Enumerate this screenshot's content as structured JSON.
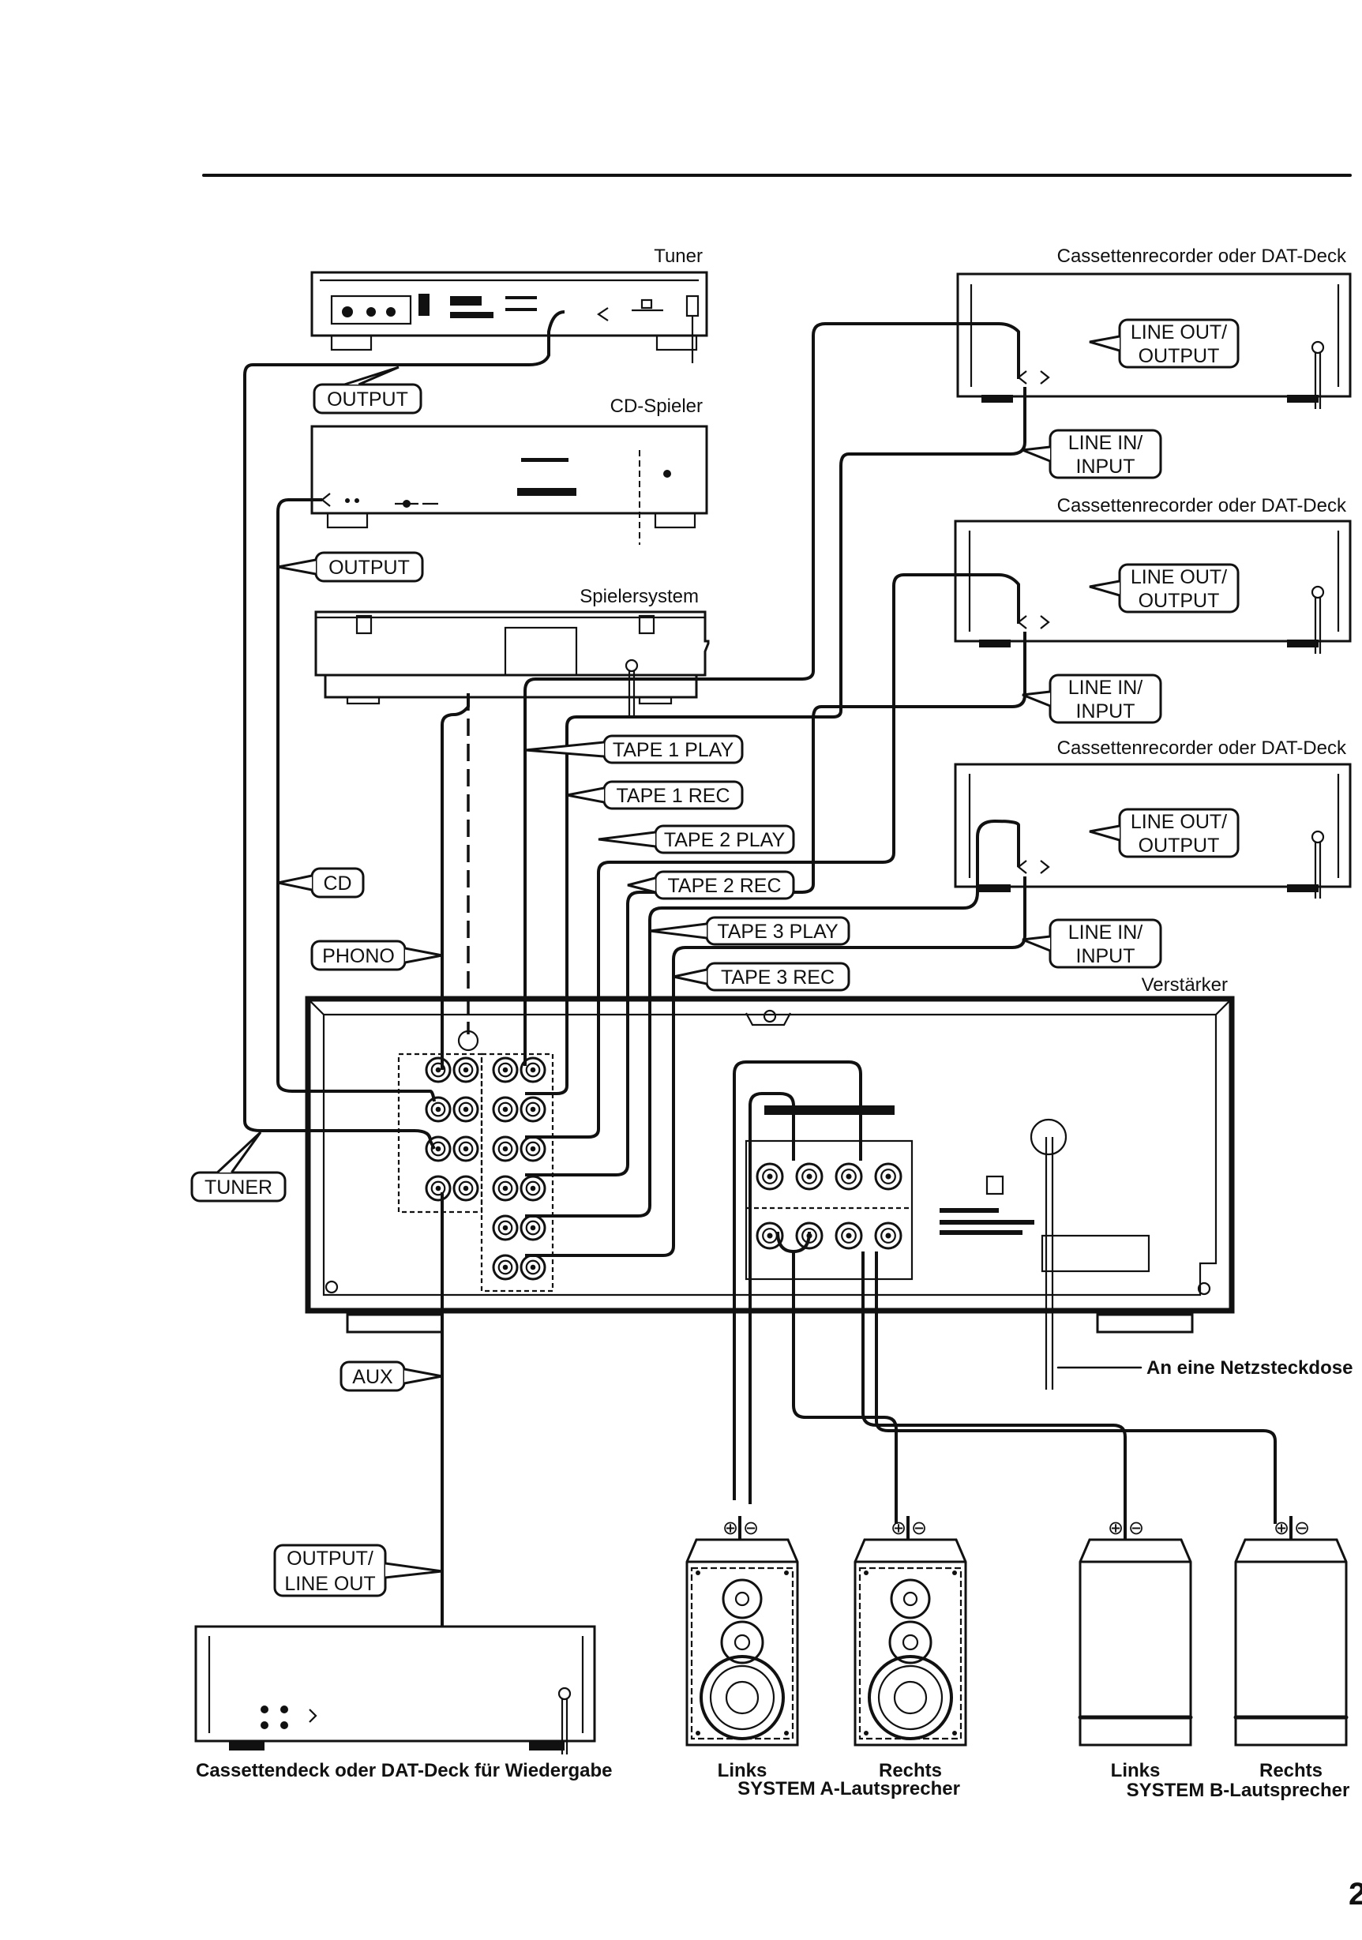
{
  "page": {
    "page_number_partial": "2"
  },
  "devices": {
    "tuner": "Tuner",
    "cd_player": "CD-Spieler",
    "turntable": "Spielersystem",
    "tape_deck_1": "Cassettenrecorder oder DAT-Deck",
    "tape_deck_2": "Cassettenrecorder oder DAT-Deck",
    "tape_deck_3": "Cassettenrecorder oder DAT-Deck",
    "amplifier": "Verstärker",
    "playback_deck": "Cassettendeck oder DAT-Deck für Wiedergabe",
    "power_outlet": "An eine Netzsteckdose"
  },
  "callouts": {
    "tuner_output": "OUTPUT",
    "cd_output": "OUTPUT",
    "cd": "CD",
    "phono": "PHONO",
    "tuner": "TUNER",
    "aux": "AUX",
    "playback_output": [
      "OUTPUT/",
      "LINE OUT"
    ],
    "tape1_play": "TAPE 1 PLAY",
    "tape1_rec": "TAPE 1 REC",
    "tape2_play": "TAPE 2 PLAY",
    "tape2_rec": "TAPE 2 REC",
    "tape3_play": "TAPE 3 PLAY",
    "tape3_rec": "TAPE 3 REC",
    "deck_line_out": [
      "LINE OUT/",
      "OUTPUT"
    ],
    "deck_line_in": [
      "LINE IN/",
      "INPUT"
    ]
  },
  "speakers": {
    "system_a": {
      "title": "SYSTEM A-Lautsprecher",
      "left": "Links",
      "right": "Rechts"
    },
    "system_b": {
      "title": "SYSTEM B-Lautsprecher",
      "left": "Links",
      "right": "Rechts"
    },
    "terminal_plus": "⊕",
    "terminal_minus": "⊖"
  }
}
